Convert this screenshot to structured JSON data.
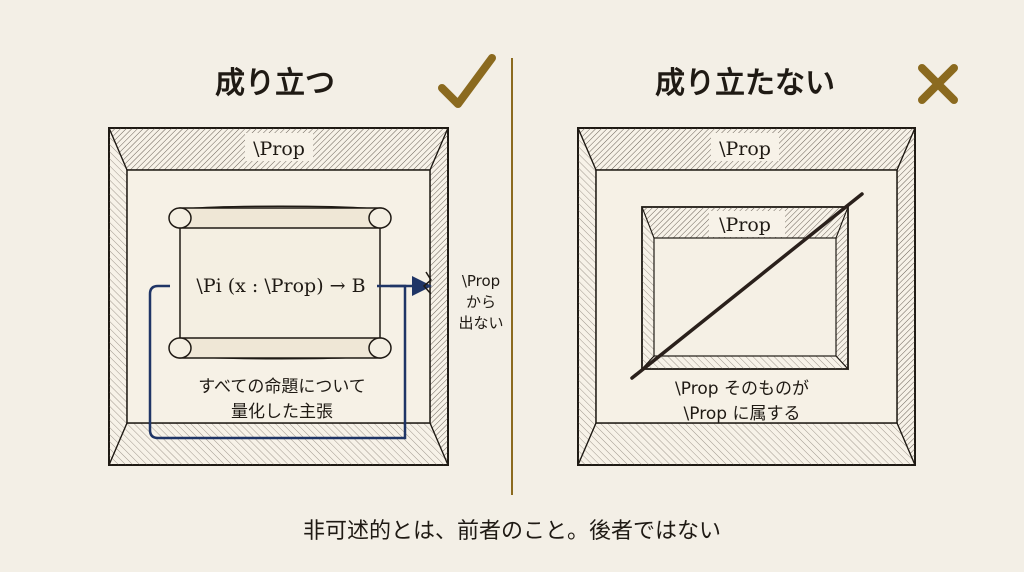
{
  "left_panel": {
    "heading": "成り立つ",
    "mark": "check-mark",
    "box_label": "\\Prop",
    "scroll_text": "\\Pi (x : \\Prop) → B",
    "scope_note_line1": "すべての命題について",
    "scope_note_line2": "量化した主張",
    "side_note_line1": "\\Prop",
    "side_note_line2": "から",
    "side_note_line3": "出ない"
  },
  "right_panel": {
    "heading": "成り立たない",
    "mark": "cross-mark",
    "outer_box_label": "\\Prop",
    "inner_box_label": "\\Prop",
    "note_line1": "\\Prop そのものが",
    "note_line2": "\\Prop に属する"
  },
  "caption": "非可述的とは、前者のこと。後者ではない",
  "colors": {
    "background": "#f3efe6",
    "ink": "#1f1a14",
    "gold": "#8b6a1f",
    "arrow_blue": "#1f3566",
    "paper": "#f4efe2"
  }
}
